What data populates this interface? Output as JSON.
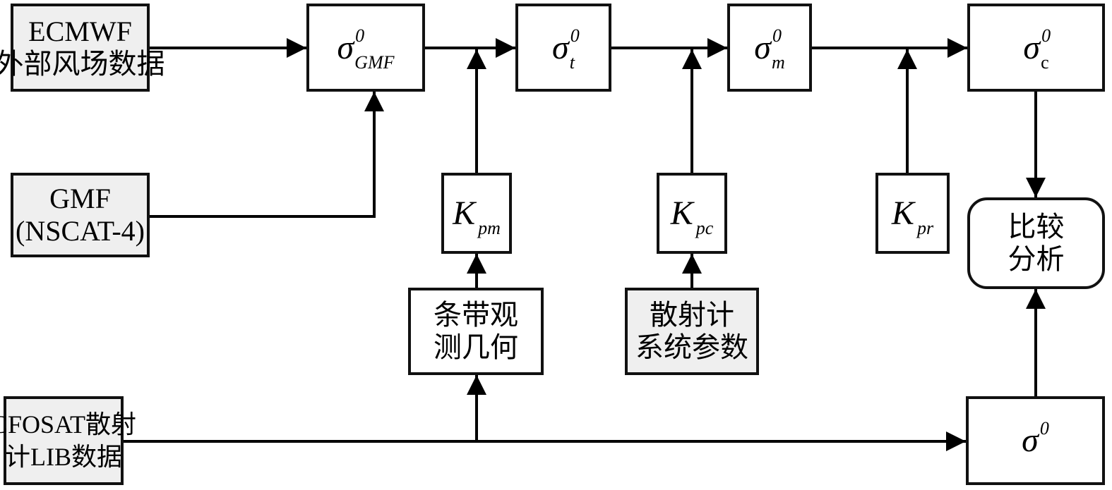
{
  "diagram": {
    "type": "flowchart",
    "nodes": {
      "ecmwf": {
        "lines": [
          "ECMWF",
          "外部风场数据"
        ],
        "style": "input"
      },
      "gmf_model": {
        "lines": [
          "GMF",
          "(NSCAT-4)"
        ],
        "style": "input"
      },
      "cfosat": {
        "lines": [
          "CFOSAT散射",
          "计LIB数据"
        ],
        "style": "input"
      },
      "scatterometer_params": {
        "lines": [
          "散射计",
          "系统参数"
        ],
        "style": "input"
      },
      "swath_geometry": {
        "lines": [
          "条带观",
          "测几何"
        ],
        "style": "process"
      },
      "sigma_gmf": {
        "symbol": "σ",
        "sup": "0",
        "sub": "GMF"
      },
      "sigma_t": {
        "symbol": "σ",
        "sup": "0",
        "sub": "t"
      },
      "sigma_m": {
        "symbol": "σ",
        "sup": "0",
        "sub": "m"
      },
      "sigma_c": {
        "symbol": "σ",
        "sup": "0",
        "sub": "c"
      },
      "sigma_0": {
        "symbol": "σ",
        "sup": "0"
      },
      "k_pm": {
        "symbol": "K",
        "sub": "pm"
      },
      "k_pc": {
        "symbol": "K",
        "sub": "pc"
      },
      "k_pr": {
        "symbol": "K",
        "sub": "pr"
      },
      "compare": {
        "lines": [
          "比较",
          "分析"
        ],
        "style": "rounded"
      }
    },
    "edges": [
      {
        "from": "ecmwf",
        "to": "sigma_gmf"
      },
      {
        "from": "gmf_model",
        "to": "sigma_gmf"
      },
      {
        "from": "sigma_gmf",
        "to": "sigma_t"
      },
      {
        "from": "k_pm",
        "to": "sigma_gmf->sigma_t"
      },
      {
        "from": "sigma_t",
        "to": "sigma_m"
      },
      {
        "from": "k_pc",
        "to": "sigma_t->sigma_m"
      },
      {
        "from": "sigma_m",
        "to": "sigma_c"
      },
      {
        "from": "k_pr",
        "to": "sigma_m->sigma_c"
      },
      {
        "from": "sigma_c",
        "to": "compare"
      },
      {
        "from": "sigma_0",
        "to": "compare"
      },
      {
        "from": "swath_geometry",
        "to": "k_pm"
      },
      {
        "from": "scatterometer_params",
        "to": "k_pc"
      },
      {
        "from": "cfosat",
        "to": "swath_geometry"
      },
      {
        "from": "cfosat",
        "to": "sigma_0"
      }
    ]
  }
}
